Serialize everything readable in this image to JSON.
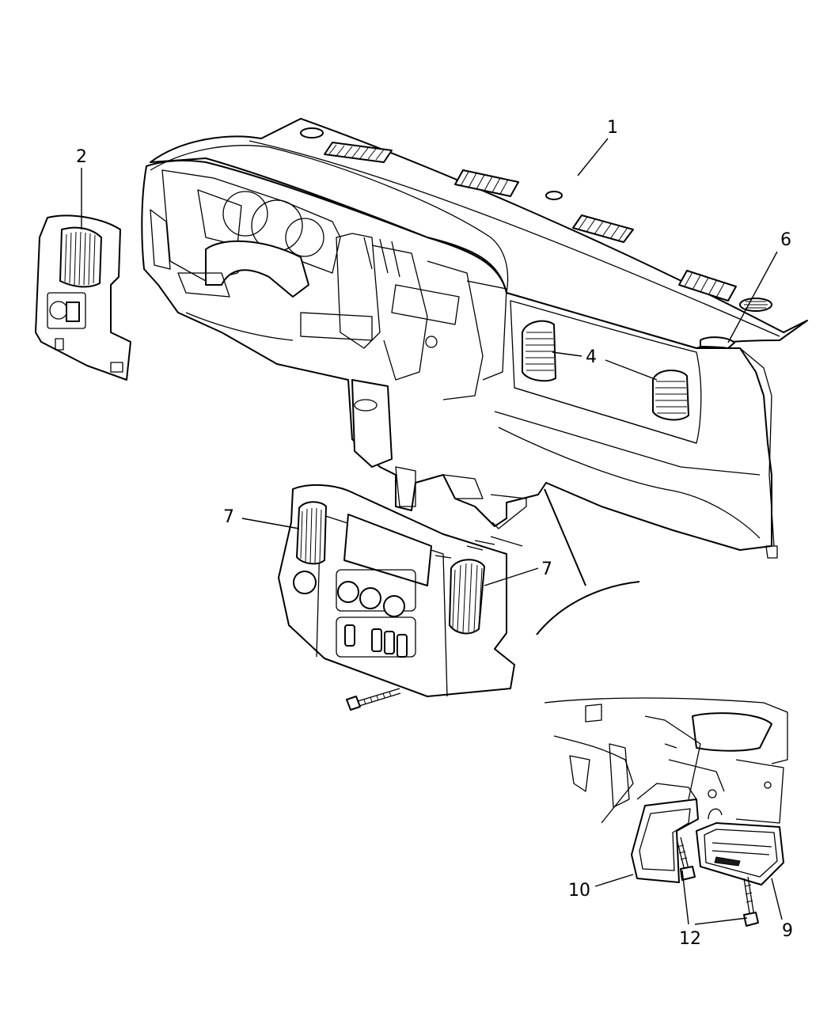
{
  "callouts": {
    "c1": "1",
    "c2": "2",
    "c4": "4",
    "c6": "6",
    "c7a": "7",
    "c7b": "7",
    "c9": "9",
    "c10": "10",
    "c12": "12"
  },
  "colors": {
    "ink": "#000000",
    "paper": "#ffffff"
  }
}
